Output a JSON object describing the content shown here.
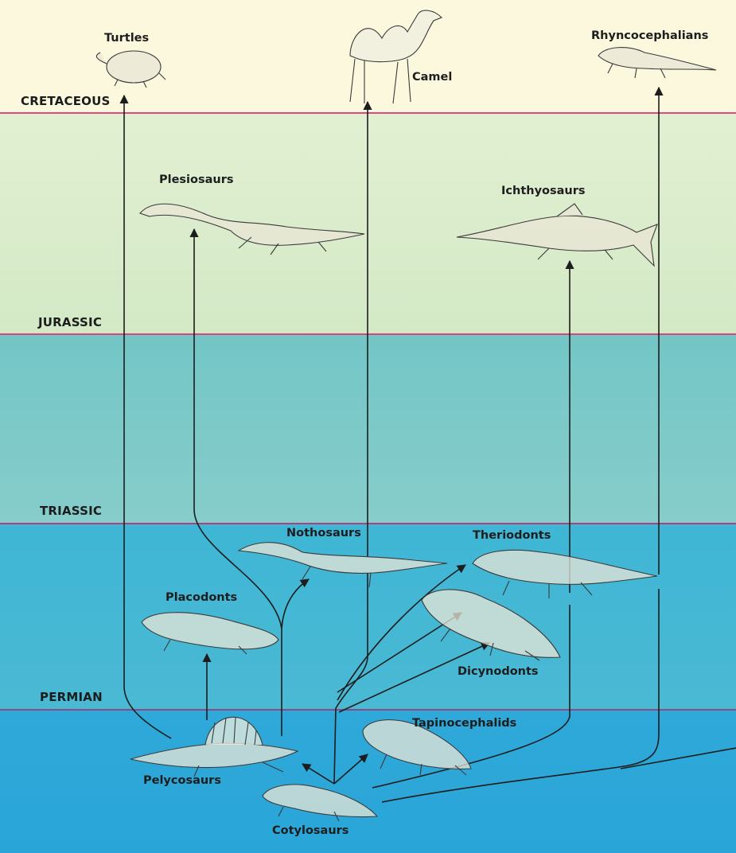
{
  "colors": {
    "cretaceous_band": "#fbf8de",
    "jurassic_band": "#d8eccb",
    "triassic_band": "#7fcac8",
    "permian_band": "#45b8d6",
    "pennsylvanian_band": "#2ea9d9",
    "cretaceous_line": "#e0477a",
    "jurassic_line": "#d9447a",
    "triassic_line": "#b0407d",
    "permian_line": "#8a4b82",
    "arrow": "#1d1d1d"
  },
  "periods": {
    "cretaceous": "CRETACEOUS",
    "jurassic": "JURASSIC",
    "triassic": "TRIASSIC",
    "permian": "PERMIAN"
  },
  "animals": {
    "turtles": "Turtles",
    "camel": "Camel",
    "rhyncocephalians": "Rhyncocephalians",
    "plesiosaurs": "Plesiosaurs",
    "ichthyosaurs": "Ichthyosaurs",
    "nothosaurs": "Nothosaurs",
    "theriodonts": "Theriodonts",
    "placodonts": "Placodonts",
    "dicynodonts": "Dicynodonts",
    "tapinocephalids": "Tapinocephalids",
    "pelycosaurs": "Pelycosaurs",
    "cotylosaurs": "Cotylosaurs"
  }
}
